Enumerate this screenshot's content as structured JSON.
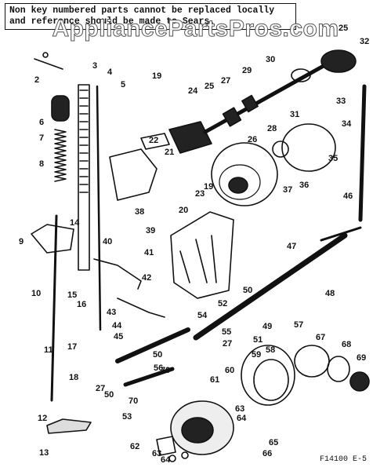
{
  "notice": {
    "line1": "Non key numbered parts cannot be replaced locally",
    "line2": "and reference should be made to Sears."
  },
  "watermark": "AppliancePartsPros.com",
  "footer_code": "F14100 E-5",
  "colors": {
    "ink": "#111111",
    "paper": "#ffffff"
  },
  "part_labels": [
    "2",
    "3",
    "4",
    "5",
    "6",
    "7",
    "8",
    "9",
    "10",
    "11",
    "12",
    "13",
    "14",
    "15",
    "16",
    "17",
    "18",
    "19",
    "19",
    "20",
    "21",
    "22",
    "23",
    "24",
    "25",
    "25",
    "26",
    "27",
    "27",
    "27",
    "28",
    "29",
    "30",
    "31",
    "32",
    "33",
    "34",
    "35",
    "36",
    "37",
    "38",
    "39",
    "40",
    "41",
    "42",
    "43",
    "44",
    "45",
    "46",
    "47",
    "48",
    "49",
    "50",
    "50",
    "50",
    "51",
    "52",
    "53",
    "54",
    "55",
    "56",
    "57",
    "58",
    "59",
    "60",
    "61",
    "62",
    "63",
    "63",
    "64",
    "64",
    "65",
    "66",
    "67",
    "68",
    "69",
    "70",
    "70"
  ]
}
